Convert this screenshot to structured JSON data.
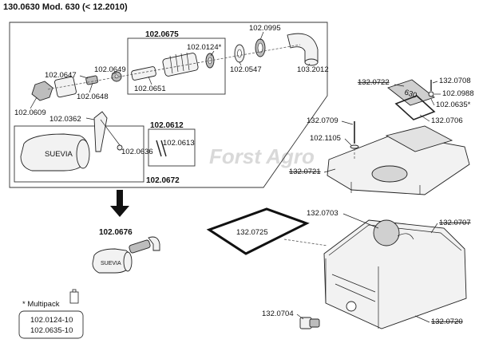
{
  "title": "130.0630 Mod. 630 (< 12.2010)",
  "watermark": "Forst Agro",
  "kit": {
    "frame_label": "102.0672",
    "group_a": "102.0675",
    "group_b": "102.0612",
    "result": "102.0676"
  },
  "parts": {
    "p0995": "102.0995",
    "p0124": "102.0124*",
    "p0649": "102.0649",
    "p0647": "102.0647",
    "p0648": "102.0648",
    "p0651": "102.0651",
    "p0547": "102.0547",
    "p2012": "103.2012",
    "p0609": "102.0609",
    "p0362": "102.0362",
    "p0613": "102.0613",
    "p0636": "102.0636",
    "p0722": "132.0722",
    "p0708": "132.0708",
    "p0988": "102.0988",
    "p0635": "102.0635*",
    "p0709": "132.0709",
    "p0706": "132.0706",
    "p1105": "102.1105",
    "p0721": "132.0721",
    "p0703": "132.0703",
    "p0707": "132.0707",
    "p0725": "132.0725",
    "p0704": "132.0704",
    "p0720": "132.0720"
  },
  "brand_main": "SUEVIA",
  "brand_small": "SUEVIA",
  "lid_marking": "630",
  "multipack": {
    "label": "* Multipack",
    "items": [
      "102.0124-10",
      "102.0635-10"
    ]
  }
}
